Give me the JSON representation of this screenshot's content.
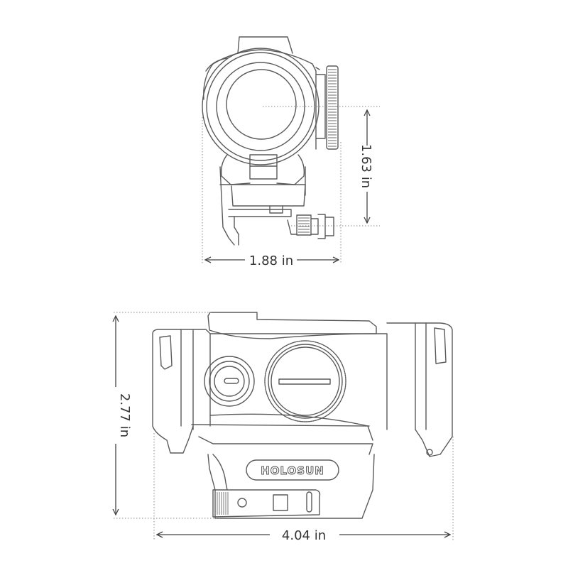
{
  "front_view": {
    "height_label": "1.63 in",
    "width_label": "1.88 in"
  },
  "side_view": {
    "height_label": "2.77 in",
    "width_label": "4.04 in",
    "brand_logo": "HOLOSUN"
  },
  "colors": {
    "line": "#5a5a5a",
    "dimension": "#444444",
    "background": "#ffffff"
  }
}
